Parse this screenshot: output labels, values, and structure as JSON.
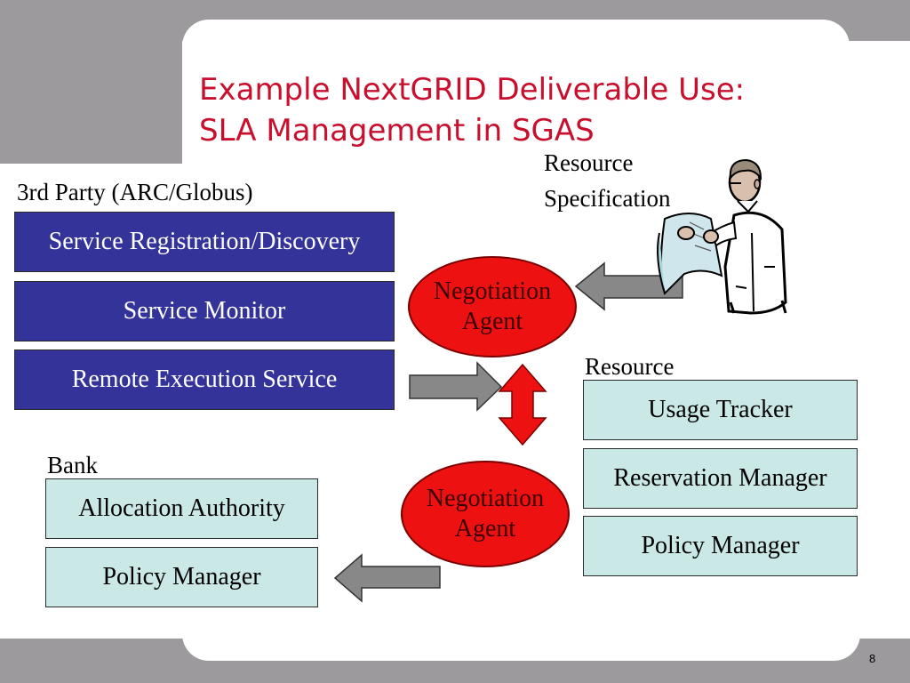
{
  "title": {
    "line1": "Example NextGRID Deliverable Use:",
    "line2": "SLA Management in SGAS"
  },
  "third_party": {
    "heading": "3rd Party (ARC/Globus)",
    "items": [
      "Service Registration/Discovery",
      "Service Monitor",
      "Remote Execution Service"
    ]
  },
  "resource_spec": {
    "line1": "Resource",
    "line2": "Specification"
  },
  "agents": [
    {
      "line1": "Negotiation",
      "line2": "Agent"
    },
    {
      "line1": "Negotiation",
      "line2": "Agent"
    }
  ],
  "resource": {
    "heading": "Resource",
    "items": [
      "Usage Tracker",
      "Reservation Manager",
      "Policy Manager"
    ]
  },
  "bank": {
    "heading": "Bank",
    "items": [
      "Allocation Authority",
      "Policy Manager"
    ]
  },
  "page_number": "8",
  "colors": {
    "title": "#c8102e",
    "dark_box": "#333399",
    "light_box": "#c9e8e6",
    "agent": "#ee1111",
    "arrow_gray": "#888888",
    "band": "#9c9a9c"
  },
  "icons": [
    "scientist-reading-paper-clipart"
  ]
}
